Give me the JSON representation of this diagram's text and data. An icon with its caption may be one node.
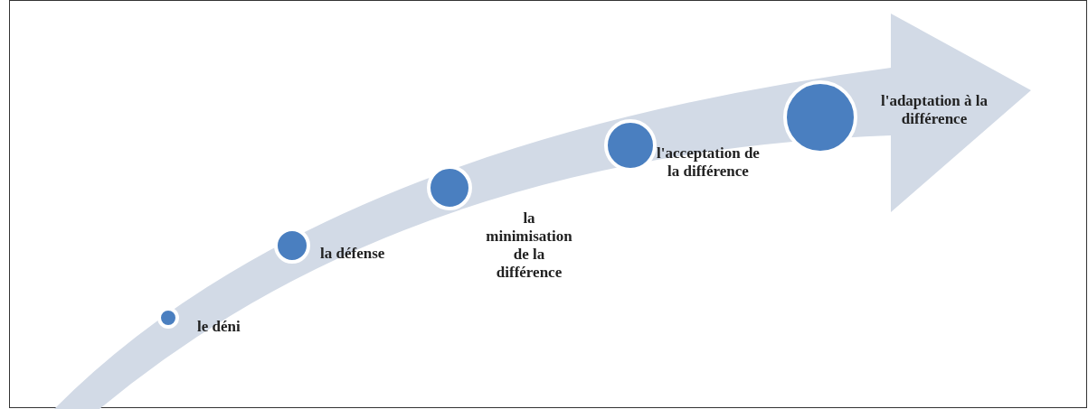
{
  "diagram": {
    "nodes": [
      {
        "text": [],
        "shape": "circle",
        "beside": [
          "le déni"
        ]
      },
      {
        "text": [],
        "shape": "circle",
        "beside": [
          "la défense"
        ]
      },
      {
        "text": [],
        "shape": "circle",
        "beside": [
          "la minimisation de la différence"
        ]
      },
      {
        "text": [],
        "shape": "circle",
        "beside": [
          "l'acceptation de la différence"
        ]
      },
      {
        "text": [],
        "shape": "circle",
        "beside": [
          "l'adaptation à la différence"
        ]
      }
    ]
  }
}
